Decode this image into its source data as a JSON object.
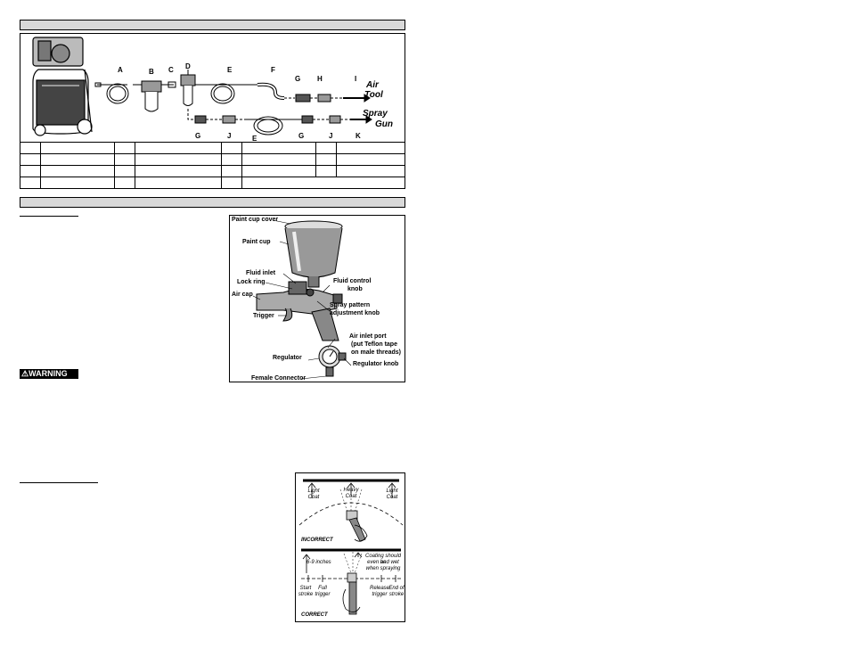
{
  "diagram": {
    "letters": [
      "A",
      "B",
      "C",
      "D",
      "E",
      "F",
      "G",
      "H",
      "I"
    ],
    "lower_letters": [
      "G",
      "J",
      "E",
      "G",
      "J",
      "K"
    ],
    "air_tool": [
      "Air",
      "Tool"
    ],
    "spray_gun": [
      "Spray",
      "Gun"
    ]
  },
  "gun": {
    "callouts": [
      "Paint cup cover",
      "Paint cup",
      "Fluid inlet",
      "Lock ring",
      "Air cap",
      "Fluid control",
      "knob",
      "Spray pattern",
      "adjustment knob",
      "Trigger",
      "Air inlet port",
      "(put Teflon tape",
      "on male threads)",
      "Regulator",
      "Regulator knob",
      "Female Connector"
    ]
  },
  "warning": {
    "label": "WARNING"
  },
  "technique": {
    "light_coat": "Light Coat",
    "heavy_coat": "Heavy Coat",
    "incorrect": "INCORRECT",
    "distance": "6-9 inches",
    "coating_note": [
      "Coating should be",
      "even and wet",
      "when spraying"
    ],
    "start": [
      "Start",
      "stroke"
    ],
    "full": [
      "Full",
      "trigger"
    ],
    "release": [
      "Release",
      "trigger"
    ],
    "end": [
      "End of",
      "stroke"
    ],
    "correct": "CORRECT"
  }
}
